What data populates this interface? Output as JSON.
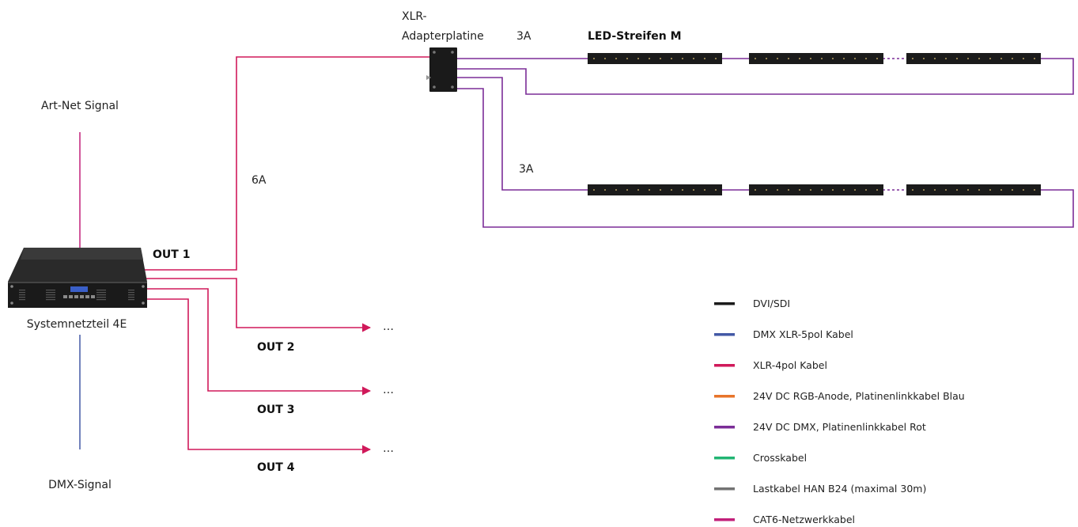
{
  "colors": {
    "red": "#d0195a",
    "purple": "#7b2d97",
    "blue": "#4359a6",
    "strip": "#1b1b1b",
    "strip_dot": "#e8c87a"
  },
  "labels": {
    "art_net": "Art-Net Signal",
    "dmx_signal": "DMX-Signal",
    "power_supply": "Systemnetzteil 4E",
    "adapter_line1": "XLR-",
    "adapter_line2": "Adapterplatine",
    "led_strip": "LED-Streifen M",
    "current_6a": "6A",
    "current_3a_top": "3A",
    "current_3a_bottom": "3A",
    "ellipsis": "…"
  },
  "outputs": [
    {
      "label": "OUT 1"
    },
    {
      "label": "OUT 2"
    },
    {
      "label": "OUT 3"
    },
    {
      "label": "OUT 4"
    }
  ],
  "legend": [
    {
      "label": "DVI/SDI",
      "color": "#1b1b1b"
    },
    {
      "label": "DMX XLR-5pol Kabel",
      "color": "#4359a6"
    },
    {
      "label": "XLR-4pol Kabel",
      "color": "#d0195a"
    },
    {
      "label": "24V DC RGB-Anode, Platinenlinkkabel Blau",
      "color": "#e8742a"
    },
    {
      "label": "24V DC DMX, Platinenlinkkabel Rot",
      "color": "#7b2d97"
    },
    {
      "label": "Crosskabel",
      "color": "#22b573"
    },
    {
      "label": "Lastkabel HAN B24 (maximal 30m)",
      "color": "#737373"
    },
    {
      "label": "CAT6-Netzwerkkabel",
      "color": "#c2207a"
    }
  ]
}
